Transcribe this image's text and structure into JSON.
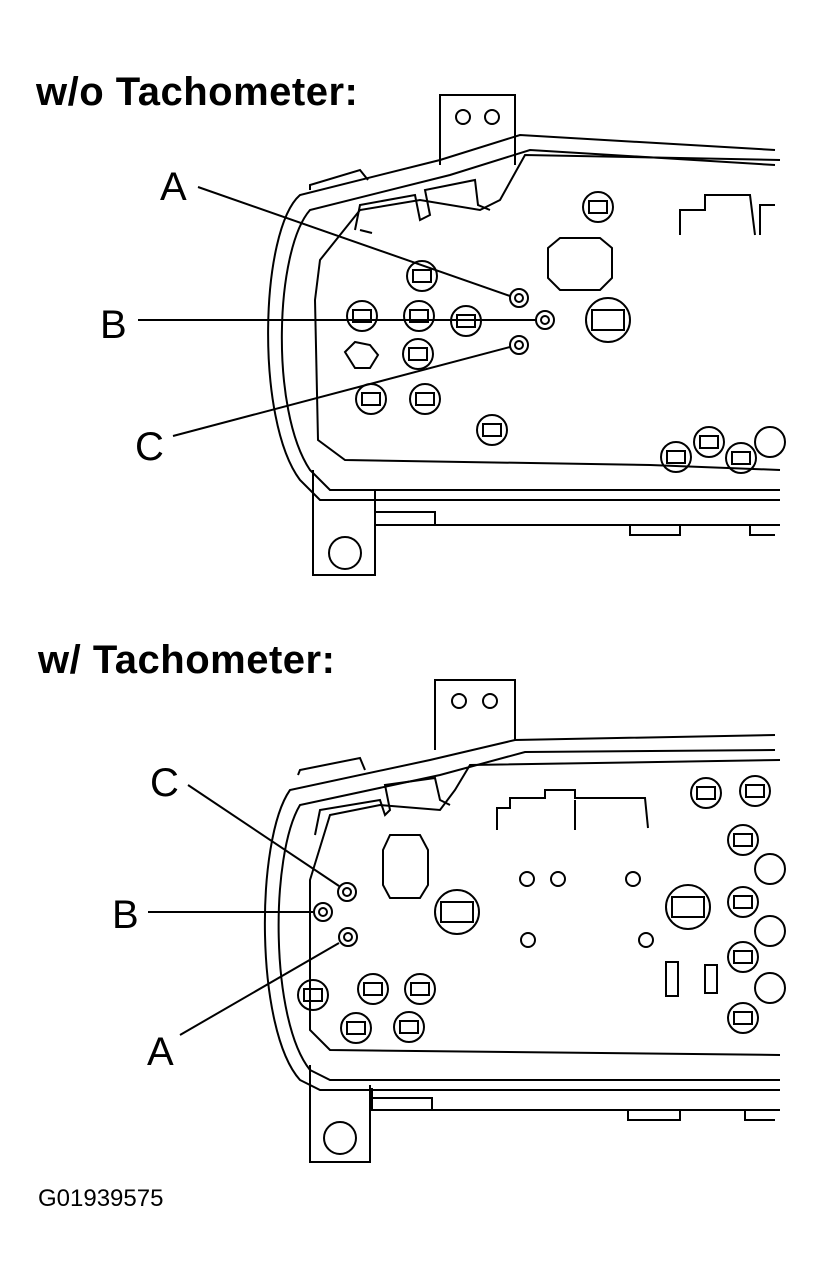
{
  "panels": [
    {
      "heading": "w/o Tachometer:",
      "labels": {
        "a": "A",
        "b": "B",
        "c": "C"
      }
    },
    {
      "heading": "w/ Tachometer:",
      "labels": {
        "a": "A",
        "b": "B",
        "c": "C"
      }
    }
  ],
  "figure_id": "G01939575",
  "colors": {
    "line": "#000000",
    "background": "#ffffff"
  }
}
